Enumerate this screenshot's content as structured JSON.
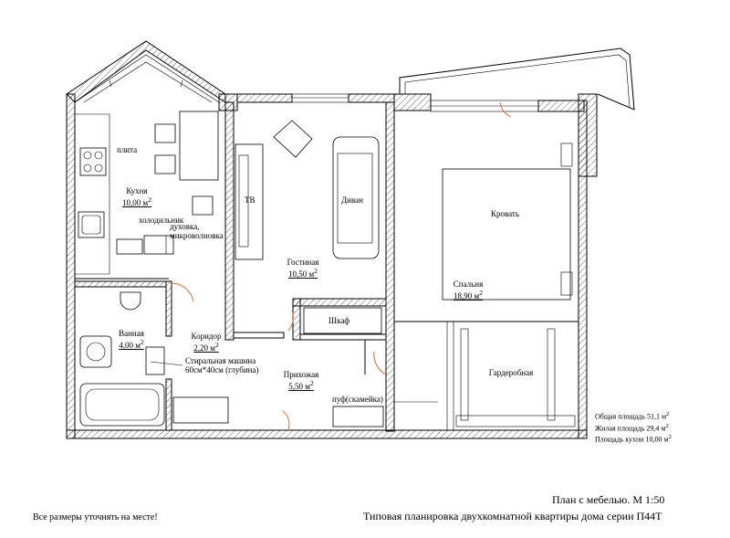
{
  "rooms": {
    "kitchen": {
      "name": "Кухня",
      "area": "10,00 м",
      "sup": "2"
    },
    "living": {
      "name": "Гостиная",
      "area": "10,50 м",
      "sup": "2"
    },
    "bedroom": {
      "name": "Спальня",
      "area": "18,90 м",
      "sup": "2"
    },
    "bathroom": {
      "name": "Ванная",
      "area": "4,00 м",
      "sup": "2"
    },
    "corridor": {
      "name": "Коридор",
      "area": "2,20 м",
      "sup": "2"
    },
    "hallway": {
      "name": "Прихожая",
      "area": "5,50 м",
      "sup": "2"
    },
    "wardrobe": {
      "name": "Гардеробная"
    }
  },
  "furniture": {
    "stove": "плита",
    "fridge": "холодильник",
    "oven_line1": "духовка,",
    "oven_line2": "микроволновка",
    "tv": "ТВ",
    "sofa": "Диван",
    "bed": "Кровать",
    "cabinet": "Шкаф",
    "washer_line1": "Стиральная машина",
    "washer_line2": "60см*40см (глубина)",
    "pouf": "пуф(скамейка)"
  },
  "summary": {
    "total": "Общая площадь 51,1 м",
    "living": "Жилая площадь 29,4 м",
    "kitchen": "Площадь кухни 10,00 м",
    "sup": "2"
  },
  "footer": {
    "plan_title": "План с мебелью. М 1:50",
    "subtitle": "Типовая планировка двухкомнатной квартиры дома серии П44Т",
    "disclaimer": "Все размеры уточнять на месте!"
  },
  "colors": {
    "wall_hatch": "#000000",
    "door_swing": "#e06a2a",
    "background": "#ffffff"
  }
}
